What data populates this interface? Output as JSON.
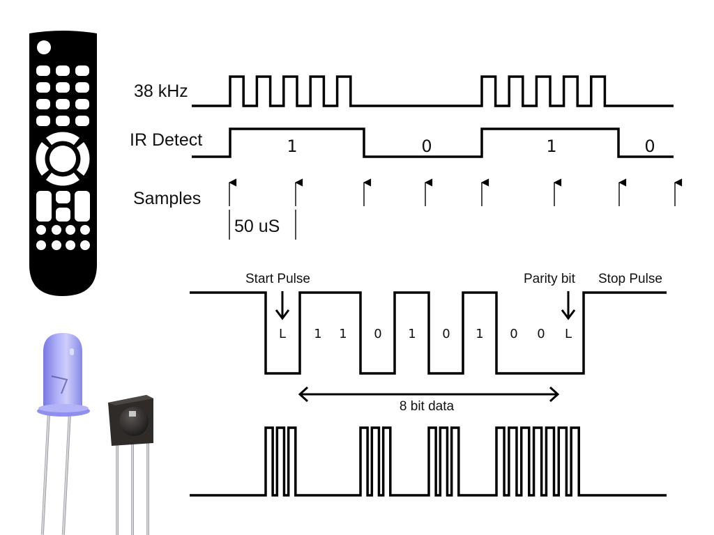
{
  "top_diagram": {
    "carrier_label": "38 kHz",
    "detect_label": "IR Detect",
    "samples_label": "Samples",
    "sample_interval_label": "50 uS",
    "detect_bits": [
      "1",
      "0",
      "1",
      "0"
    ],
    "carrier_bursts": [
      {
        "bit": "1",
        "cycles": 5
      },
      {
        "bit": "0",
        "cycles": 0
      },
      {
        "bit": "1",
        "cycles": 5
      },
      {
        "bit": "0",
        "cycles": 0
      }
    ],
    "sample_count": 8
  },
  "frame_diagram": {
    "start_label": "Start Pulse",
    "parity_label": "Parity bit",
    "stop_label": "Stop Pulse",
    "data_span_label": "8 bit data",
    "bit_labels": [
      "L",
      "1",
      "1",
      "0",
      "1",
      "0",
      "1",
      "0",
      "0",
      "L"
    ],
    "levels": [
      "low",
      "high",
      "high",
      "low",
      "high",
      "low",
      "high",
      "low",
      "low",
      "low"
    ]
  },
  "modulated_diagram": {
    "bursts": [
      {
        "bits": "start",
        "cycles": 3
      },
      {
        "bits": "0",
        "cycles": 3
      },
      {
        "bits": "0",
        "cycles": 3
      },
      {
        "bits": "0 0 L",
        "cycles": 7
      }
    ]
  },
  "illustrations": {
    "remote": "tv-remote-control",
    "led": "ir-led",
    "receiver": "ir-receiver-module"
  },
  "colors": {
    "line": "#000000",
    "background": "#ffffff",
    "led_body": "#8f8ff0",
    "receiver_body": "#2e2b29"
  }
}
